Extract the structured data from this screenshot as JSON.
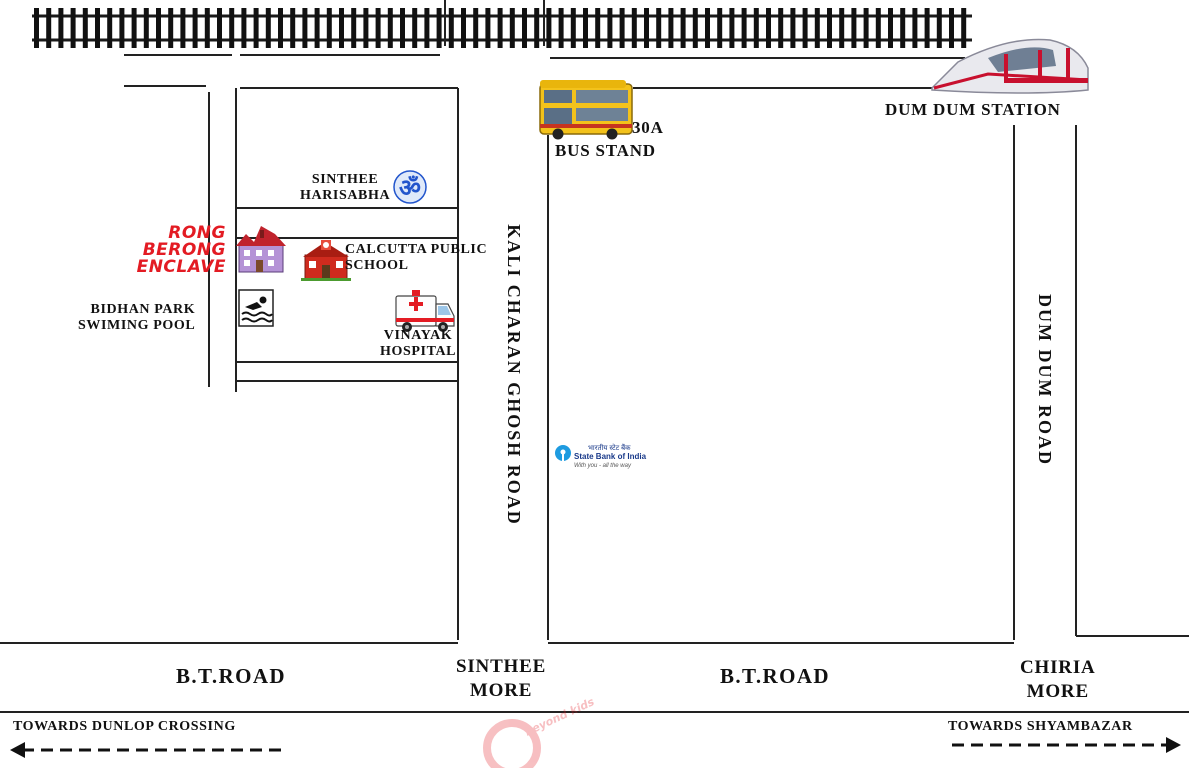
{
  "labels": {
    "bidhan_park": "BIDHAN PARK\nSWIMING POOL",
    "sinthee_harisabha": "SINTHEE\nHARISABHA",
    "rong_berong": [
      "RONG",
      "BERONG",
      "ENCLAVE"
    ],
    "calcutta_public_school": "CALCUTTA PUBLIC\nSCHOOL",
    "vinayak_hospital": "VINAYAK\nHOSPITAL",
    "bus_route": "30A",
    "bus_stand": "BUS STAND",
    "dum_dum_station": "DUM DUM STATION",
    "kali_charan_ghosh_road": "KALI CHARAN GHOSH ROAD",
    "dum_dum_road": "DUM DUM ROAD",
    "bt_road_left": "B.T.ROAD",
    "bt_road_right": "B.T.ROAD",
    "sinthee_more": "SINTHEE\nMORE",
    "chiria_more": "CHIRIA\nMORE",
    "towards_dunlop": "TOWARDS DUNLOP CROSSING",
    "towards_shyambazar": "TOWARDS SHYAMBAZAR",
    "sbi_hindi": "भारतीय स्टेट बैंक",
    "sbi_name": "State Bank of India",
    "sbi_tagline": "With you - all the way",
    "watermark": "beyond kids"
  },
  "icons": {
    "om": "om-icon",
    "house": "house-icon",
    "school": "school-icon",
    "swimming": "swimming-icon",
    "ambulance": "ambulance-icon",
    "bus": "bus-icon",
    "train": "train-icon",
    "sbi": "sbi-logo-icon"
  },
  "colors": {
    "road_lines": "#222222",
    "highlight_red": "#e31b23",
    "om_blue": "#2255cc",
    "bus_yellow": "#f3c21b",
    "sbi_blue": "#1e9be0"
  }
}
